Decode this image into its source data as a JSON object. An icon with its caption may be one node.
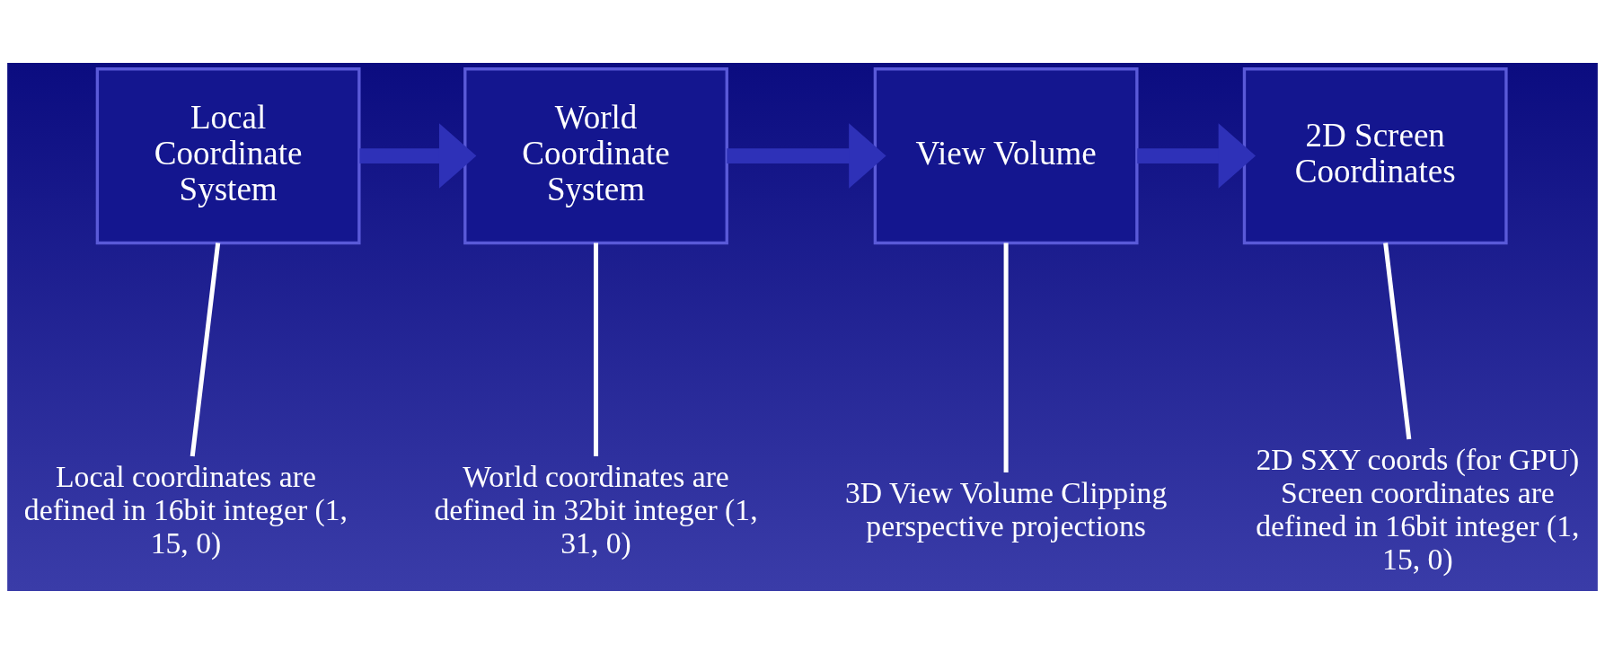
{
  "diagram": {
    "nodes": [
      {
        "text": [
          "Local Coordinate System"
        ]
      },
      {
        "text": [
          "World Coordinate System"
        ]
      },
      {
        "text": [
          "View Volume"
        ]
      },
      {
        "text": [
          "2D Screen Coordinates"
        ]
      },
      {
        "text": [
          "Local coordinates are defined in 16bit integer (1, 15, 0)"
        ]
      },
      {
        "text": [
          "World coordinates are defined in 32bit integer (1, 31, 0)"
        ]
      },
      {
        "text": [
          "3D View Volume Clipping perspective projections"
        ]
      },
      {
        "text": [
          "2D SXY coords (for GPU)",
          "Screen coordinates are defined in 16bit integer (1, 15, 0)"
        ]
      }
    ],
    "edges": [
      {
        "from": 0,
        "to": 1,
        "arrow": "to",
        "style": "thick",
        "color": "#2e31b8"
      },
      {
        "from": 1,
        "to": 2,
        "arrow": "to",
        "style": "thick",
        "color": "#2e31b8"
      },
      {
        "from": 2,
        "to": 3,
        "arrow": "to",
        "style": "thick",
        "color": "#2e31b8"
      },
      {
        "from": 0,
        "to": 4,
        "arrow": "none"
      },
      {
        "from": 1,
        "to": 5,
        "arrow": "none"
      },
      {
        "from": 2,
        "to": 6,
        "arrow": "none"
      },
      {
        "from": 3,
        "to": 7,
        "arrow": "none"
      }
    ]
  }
}
